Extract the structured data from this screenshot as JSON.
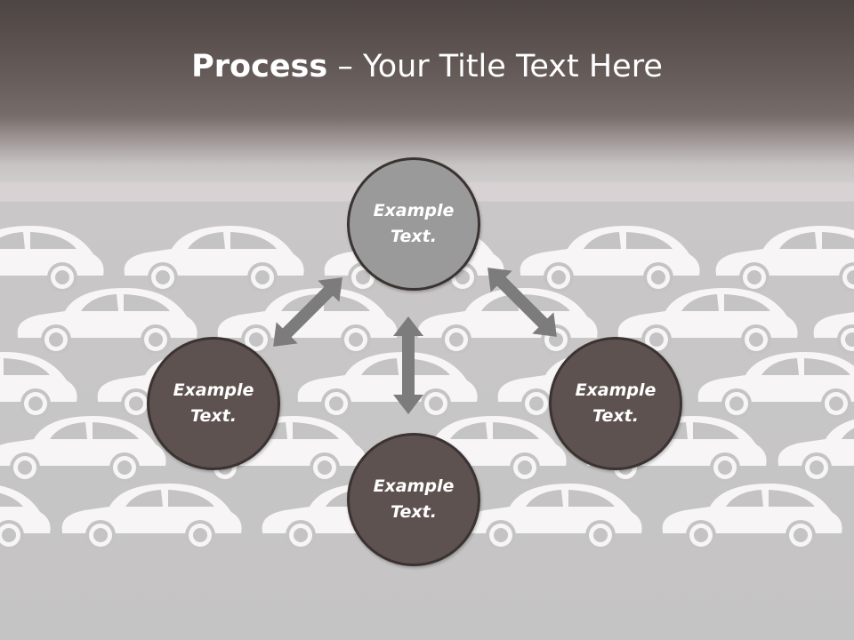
{
  "title": {
    "bold": "Process",
    "rest": " – Your Title Text Here"
  },
  "nodes": {
    "top": {
      "line1": "Example",
      "line2": "Text.",
      "fill": "#9a9a9a"
    },
    "left": {
      "line1": "Example",
      "line2": "Text.",
      "fill": "#5e5250"
    },
    "right": {
      "line1": "Example",
      "line2": "Text.",
      "fill": "#5e5250"
    },
    "bottom": {
      "line1": "Example",
      "line2": "Text.",
      "fill": "#5e5250"
    }
  },
  "colors": {
    "arrow": "#7c7c7c",
    "car": "#f7f5f6",
    "node_border": "#3a3331"
  },
  "background_icon": "car-icon"
}
